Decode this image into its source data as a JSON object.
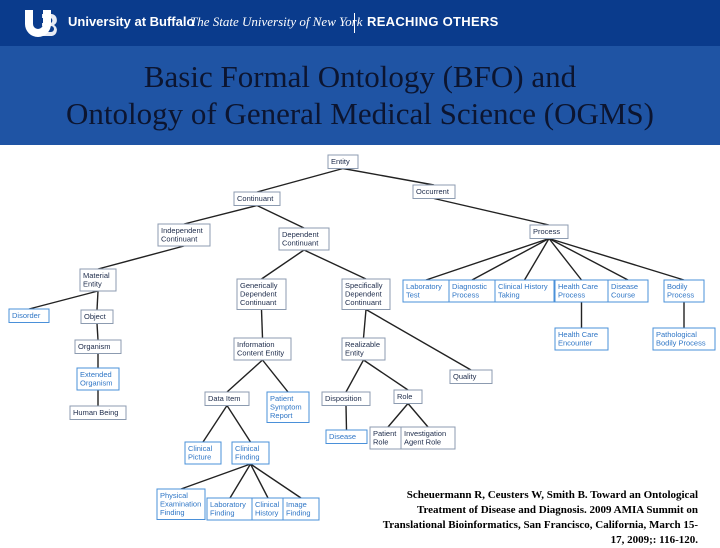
{
  "header": {
    "university": "University at Buffalo",
    "system": "The State University of New York",
    "slogan": "REACHING OTHERS"
  },
  "title": {
    "line1": "Basic Formal Ontology (BFO) and",
    "line2": "Ontology of General Medical Science (OGMS)"
  },
  "diagram": {
    "nodes": [
      {
        "id": "entity",
        "lines": [
          "Entity"
        ],
        "blue": false
      },
      {
        "id": "continuant",
        "lines": [
          "Continuant"
        ],
        "blue": false
      },
      {
        "id": "occurrent",
        "lines": [
          "Occurrent"
        ],
        "blue": false
      },
      {
        "id": "indep",
        "lines": [
          "Independent",
          "Continuant"
        ],
        "blue": false
      },
      {
        "id": "dep",
        "lines": [
          "Dependent",
          "Continuant"
        ],
        "blue": false
      },
      {
        "id": "process",
        "lines": [
          "Process"
        ],
        "blue": false
      },
      {
        "id": "material",
        "lines": [
          "Material",
          "Entity"
        ],
        "blue": false
      },
      {
        "id": "disorder",
        "lines": [
          "Disorder"
        ],
        "blue": true
      },
      {
        "id": "object",
        "lines": [
          "Object"
        ],
        "blue": false
      },
      {
        "id": "organism",
        "lines": [
          "Organism"
        ],
        "blue": false
      },
      {
        "id": "extorg",
        "lines": [
          "Extended",
          "Organism"
        ],
        "blue": true
      },
      {
        "id": "human",
        "lines": [
          "Human Being"
        ],
        "blue": false
      },
      {
        "id": "gdc",
        "lines": [
          "Generically",
          "Dependent",
          "Continuant"
        ],
        "blue": false
      },
      {
        "id": "sdc",
        "lines": [
          "Specifically",
          "Dependent",
          "Continuant"
        ],
        "blue": false
      },
      {
        "id": "ice",
        "lines": [
          "Information",
          "Content Entity"
        ],
        "blue": false
      },
      {
        "id": "realizable",
        "lines": [
          "Realizable",
          "Entity"
        ],
        "blue": false
      },
      {
        "id": "quality",
        "lines": [
          "Quality"
        ],
        "blue": false
      },
      {
        "id": "dataitem",
        "lines": [
          "Data Item"
        ],
        "blue": false
      },
      {
        "id": "psr",
        "lines": [
          "Patient",
          "Symptom",
          "Report"
        ],
        "blue": true
      },
      {
        "id": "disposition",
        "lines": [
          "Disposition"
        ],
        "blue": false
      },
      {
        "id": "role",
        "lines": [
          "Role"
        ],
        "blue": false
      },
      {
        "id": "disease",
        "lines": [
          "Disease"
        ],
        "blue": true
      },
      {
        "id": "prole",
        "lines": [
          "Patient",
          "Role"
        ],
        "blue": false
      },
      {
        "id": "iarole",
        "lines": [
          "Investigation",
          "Agent Role"
        ],
        "blue": false
      },
      {
        "id": "cpic",
        "lines": [
          "Clinical",
          "Picture"
        ],
        "blue": true
      },
      {
        "id": "cfind",
        "lines": [
          "Clinical",
          "Finding"
        ],
        "blue": true
      },
      {
        "id": "pef",
        "lines": [
          "Physical",
          "Examination",
          "Finding"
        ],
        "blue": true
      },
      {
        "id": "labf",
        "lines": [
          "Laboratory",
          "Finding"
        ],
        "blue": true
      },
      {
        "id": "chist",
        "lines": [
          "Clinical",
          "History"
        ],
        "blue": true
      },
      {
        "id": "imgf",
        "lines": [
          "Image",
          "Finding"
        ],
        "blue": true
      },
      {
        "id": "labtest",
        "lines": [
          "Laboratory",
          "Test"
        ],
        "blue": true
      },
      {
        "id": "diagproc",
        "lines": [
          "Diagnostic",
          "Process"
        ],
        "blue": true
      },
      {
        "id": "chtaking",
        "lines": [
          "Clinical History",
          "Taking"
        ],
        "blue": true
      },
      {
        "id": "hcproc",
        "lines": [
          "Health Care",
          "Process"
        ],
        "blue": true
      },
      {
        "id": "dcourse",
        "lines": [
          "Disease",
          "Course"
        ],
        "blue": true
      },
      {
        "id": "bproc",
        "lines": [
          "Bodily",
          "Process"
        ],
        "blue": true
      },
      {
        "id": "hcenc",
        "lines": [
          "Health Care",
          "Encounter"
        ],
        "blue": true
      },
      {
        "id": "pbp",
        "lines": [
          "Pathological",
          "Bodily Process"
        ],
        "blue": true
      }
    ],
    "edges": [
      [
        "entity",
        "continuant"
      ],
      [
        "entity",
        "occurrent"
      ],
      [
        "continuant",
        "indep"
      ],
      [
        "continuant",
        "dep"
      ],
      [
        "occurrent",
        "process"
      ],
      [
        "indep",
        "material"
      ],
      [
        "material",
        "disorder"
      ],
      [
        "material",
        "object"
      ],
      [
        "object",
        "organism"
      ],
      [
        "organism",
        "extorg"
      ],
      [
        "extorg",
        "human"
      ],
      [
        "dep",
        "gdc"
      ],
      [
        "dep",
        "sdc"
      ],
      [
        "gdc",
        "ice"
      ],
      [
        "ice",
        "dataitem"
      ],
      [
        "ice",
        "psr"
      ],
      [
        "sdc",
        "realizable"
      ],
      [
        "sdc",
        "quality"
      ],
      [
        "realizable",
        "disposition"
      ],
      [
        "realizable",
        "role"
      ],
      [
        "disposition",
        "disease"
      ],
      [
        "role",
        "prole"
      ],
      [
        "role",
        "iarole"
      ],
      [
        "dataitem",
        "cpic"
      ],
      [
        "dataitem",
        "cfind"
      ],
      [
        "cfind",
        "pef"
      ],
      [
        "cfind",
        "labf"
      ],
      [
        "cfind",
        "chist"
      ],
      [
        "cfind",
        "imgf"
      ],
      [
        "process",
        "labtest"
      ],
      [
        "process",
        "diagproc"
      ],
      [
        "process",
        "chtaking"
      ],
      [
        "process",
        "hcproc"
      ],
      [
        "process",
        "dcourse"
      ],
      [
        "process",
        "bproc"
      ],
      [
        "hcproc",
        "hcenc"
      ],
      [
        "bproc",
        "pbp"
      ]
    ]
  },
  "citation": {
    "lines": [
      "Scheuermann R, Ceusters W, Smith B. Toward an Ontological",
      "Treatment of Disease and Diagnosis. 2009 AMIA Summit on",
      "Translational Bioinformatics, San Francisco, California, March 15-",
      "17, 2009;: 116-120."
    ]
  }
}
